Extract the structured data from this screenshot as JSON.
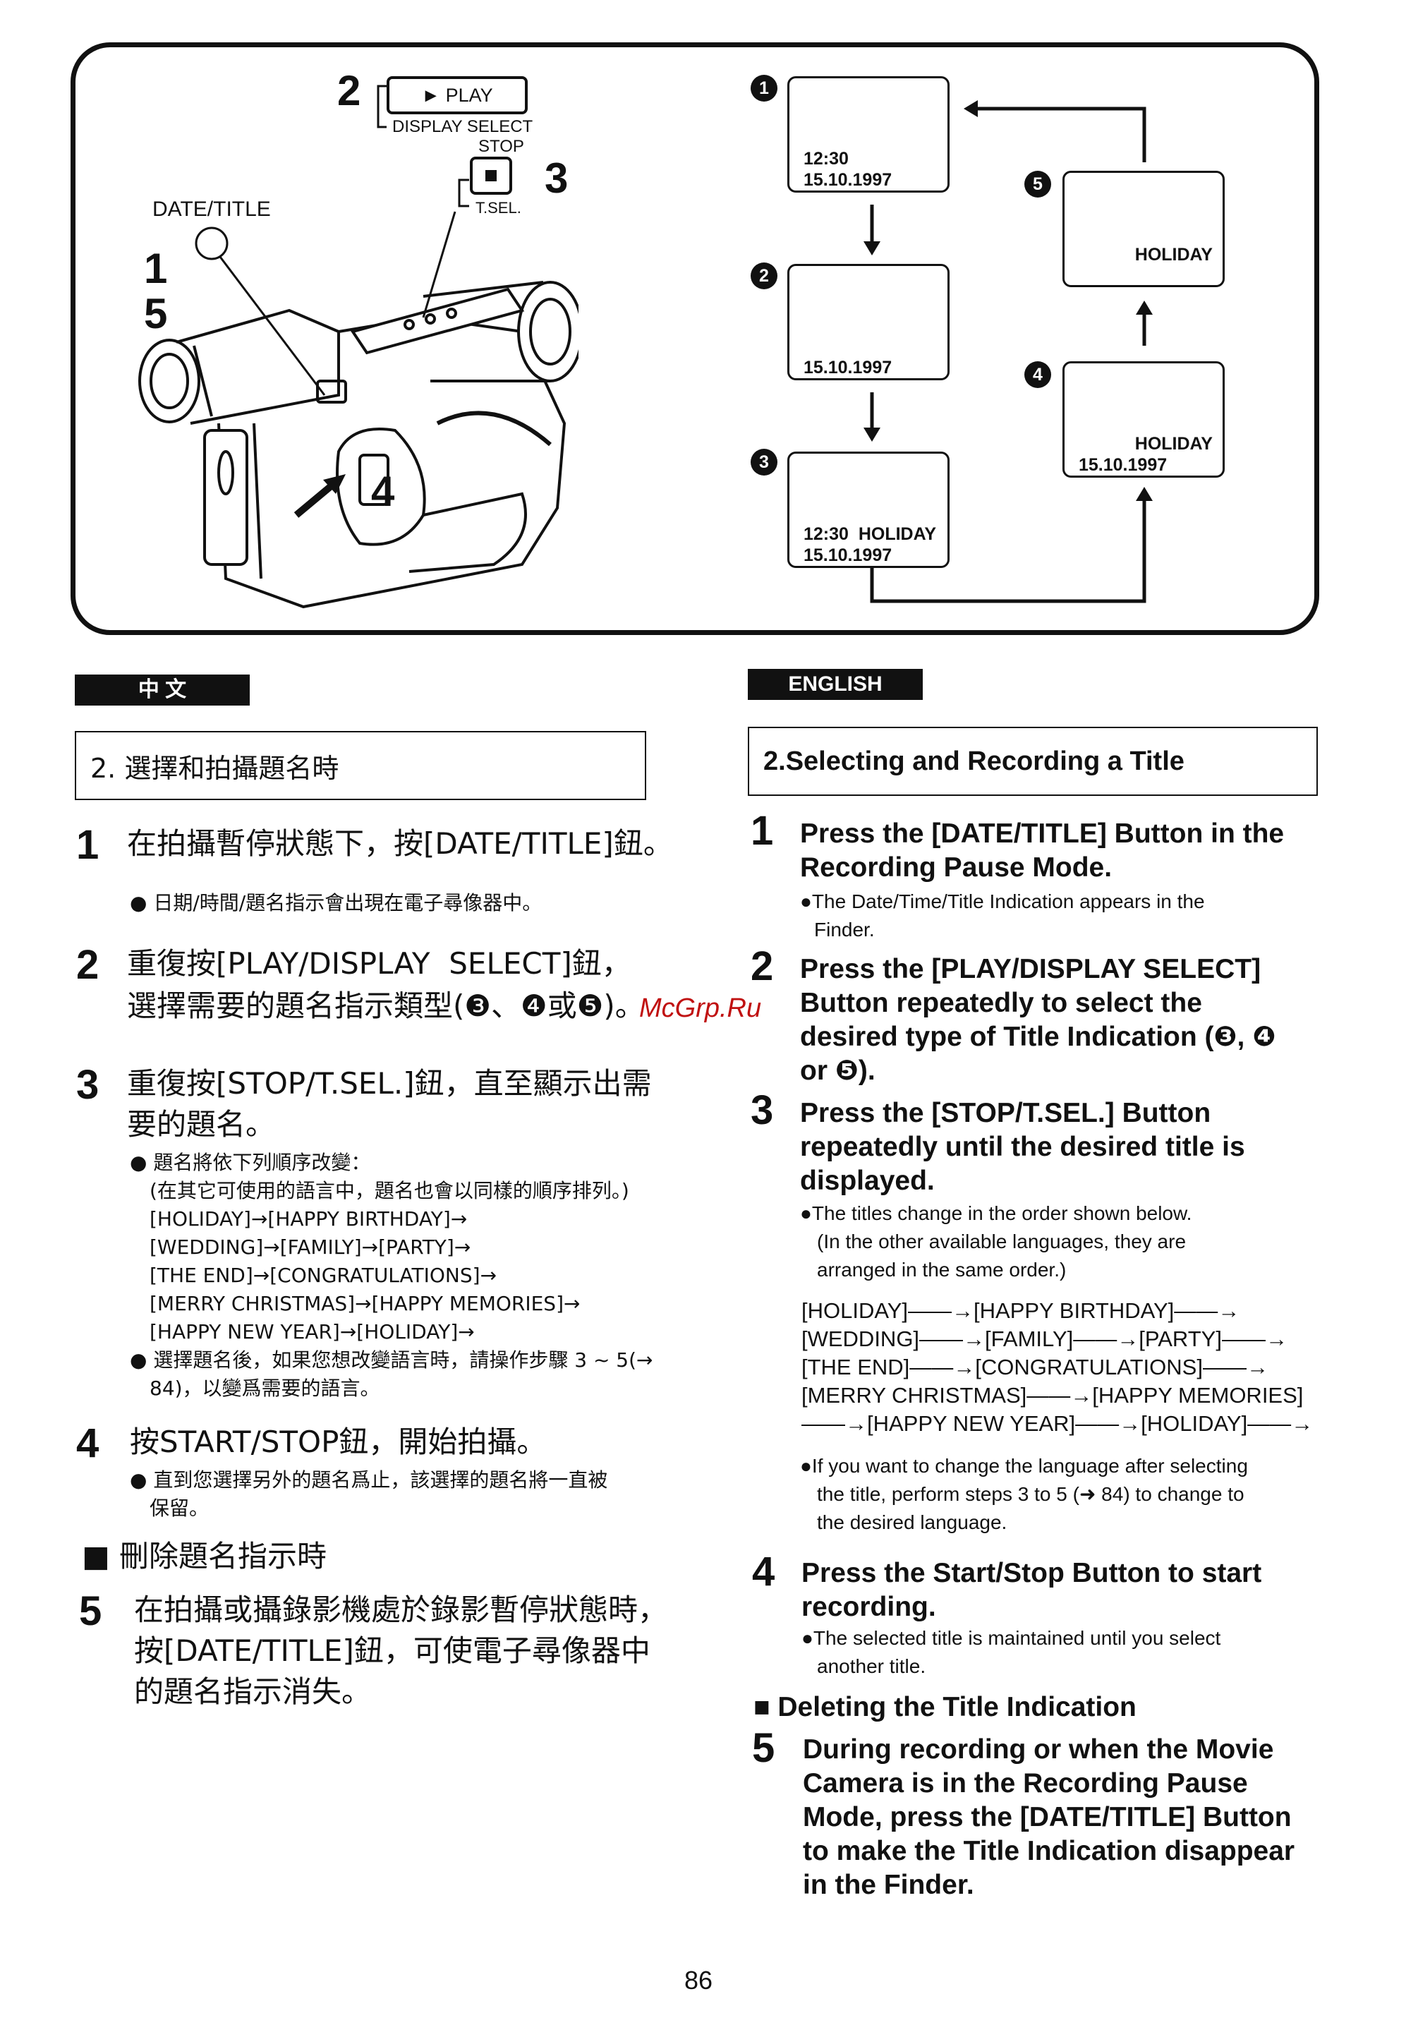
{
  "figure": {
    "play_label": "► PLAY",
    "display_select": "DISPLAY SELECT",
    "stop": "STOP",
    "tsel": "T.SEL.",
    "date_title": "DATE/TITLE",
    "callouts": {
      "n1": "1",
      "n5": "5",
      "n2": "2",
      "n3": "3",
      "n4": "4"
    },
    "screens": {
      "s1": {
        "marker": "1",
        "line1": "12:30",
        "line2": "15.10.1997"
      },
      "s2": {
        "marker": "2",
        "line1": "15.10.1997"
      },
      "s3": {
        "marker": "3",
        "line1": "12:30  HOLIDAY",
        "line2": "15.10.1997"
      },
      "s4": {
        "marker": "4",
        "line1": "HOLIDAY",
        "line2": "15.10.1997"
      },
      "s5": {
        "marker": "5",
        "line1": "HOLIDAY"
      }
    }
  },
  "zh": {
    "tag": "中 文",
    "section_title": "2. 選擇和拍攝題名時",
    "step1": {
      "num": "1",
      "text": "在拍攝暫停狀態下，按[DATE/TITLE]鈕。",
      "note": "● 日期/時間/題名指示會出現在電子尋像器中。"
    },
    "step2": {
      "num": "2",
      "line1": "重復按[PLAY/DISPLAY  SELECT]鈕，",
      "line2": "選擇需要的題名指示類型(❸、❹或❺)。"
    },
    "step3": {
      "num": "3",
      "line1": "重復按[STOP/T.SEL.]鈕，直至顯示出需",
      "line2": "要的題名。",
      "notes": [
        "● 題名將依下列順序改變：",
        "(在其它可使用的語言中，題名也會以同樣的順序排列。)",
        "[HOLIDAY]→[HAPPY BIRTHDAY]→",
        "[WEDDING]→[FAMILY]→[PARTY]→",
        "[THE END]→[CONGRATULATIONS]→",
        "[MERRY CHRISTMAS]→[HAPPY MEMORIES]→",
        "[HAPPY NEW YEAR]→[HOLIDAY]→",
        "● 選擇題名後，如果您想改變語言時，請操作步驟 3 ~ 5(→",
        "84)，以變爲需要的語言。"
      ]
    },
    "step4": {
      "num": "4",
      "text": "按START/STOP鈕，開始拍攝。",
      "notes": [
        "● 直到您選擇另外的題名爲止，該選擇的題名將一直被",
        "保留。"
      ]
    },
    "delete_heading": "■ 刪除題名指示時",
    "step5": {
      "num": "5",
      "lines": [
        "在拍攝或攝錄影機處於錄影暫停狀態時，",
        "按[DATE/TITLE]鈕，可使電子尋像器中",
        "的題名指示消失。"
      ]
    }
  },
  "en": {
    "tag": "ENGLISH",
    "section_title": "2.Selecting and Recording a Title",
    "step1": {
      "num": "1",
      "lines": [
        "Press the [DATE/TITLE] Button in the",
        "Recording Pause Mode."
      ],
      "notes": [
        "●The Date/Time/Title Indication appears in the",
        "Finder."
      ]
    },
    "step2": {
      "num": "2",
      "lines": [
        "Press the [PLAY/DISPLAY SELECT]",
        "Button repeatedly to select the",
        "desired type of Title Indication (❸, ❹",
        "or ❺)."
      ]
    },
    "step3": {
      "num": "3",
      "lines": [
        "Press the [STOP/T.SEL.] Button",
        "repeatedly until the desired title is",
        "displayed."
      ],
      "notes": [
        "●The titles change in the order shown below.",
        "(In the other available languages, they are",
        "arranged in the same order.)"
      ]
    },
    "sequence": [
      "[HOLIDAY]——→[HAPPY BIRTHDAY]——→",
      "[WEDDING]——→[FAMILY]——→[PARTY]——→",
      "[THE END]——→[CONGRATULATIONS]——→",
      "[MERRY CHRISTMAS]——→[HAPPY MEMORIES]",
      "——→[HAPPY NEW YEAR]——→[HOLIDAY]——→"
    ],
    "lang_note": [
      "●If you want to change the language after selecting",
      "the title, perform steps 3 to 5 (➜ 84) to change to",
      "the desired language."
    ],
    "step4": {
      "num": "4",
      "lines": [
        "Press the Start/Stop Button to start",
        "recording."
      ],
      "notes": [
        "●The selected title is maintained until you select",
        "another title."
      ]
    },
    "delete_heading": "■ Deleting the Title Indication",
    "step5": {
      "num": "5",
      "lines": [
        "During recording or when the Movie",
        "Camera is in the Recording Pause",
        "Mode, press the [DATE/TITLE] Button",
        "to make the Title Indication disappear",
        "in the Finder."
      ]
    }
  },
  "watermark": "McGrp.Ru",
  "page_number": "86"
}
